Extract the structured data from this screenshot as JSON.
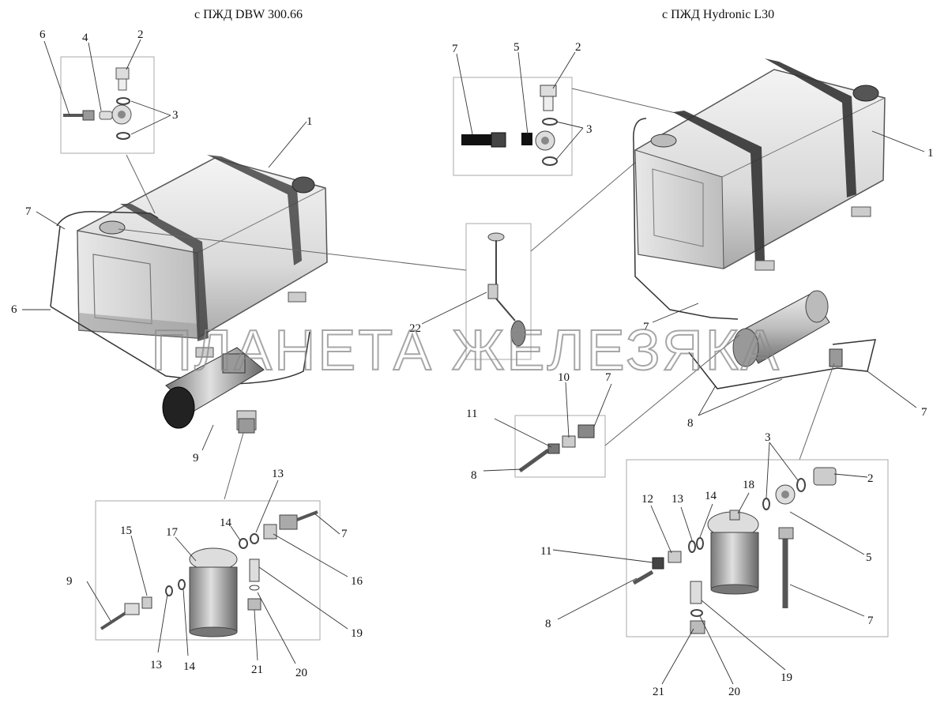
{
  "titles": {
    "left": "с ПЖД DBW 300.66",
    "right": "с ПЖД Hydronic L30"
  },
  "watermark": "ПЛАНЕТА ЖЕЛЕЗЯКА",
  "callouts": {
    "left": [
      "6",
      "4",
      "2",
      "3",
      "1",
      "7",
      "6",
      "22",
      "9",
      "13",
      "14",
      "7",
      "15",
      "17",
      "16",
      "9",
      "19",
      "13",
      "14",
      "21",
      "20"
    ],
    "right": [
      "7",
      "5",
      "2",
      "3",
      "1",
      "7",
      "7",
      "8",
      "10",
      "7",
      "11",
      "8",
      "3",
      "2",
      "18",
      "12",
      "13",
      "14",
      "5",
      "11",
      "8",
      "7",
      "19",
      "21",
      "20"
    ]
  }
}
